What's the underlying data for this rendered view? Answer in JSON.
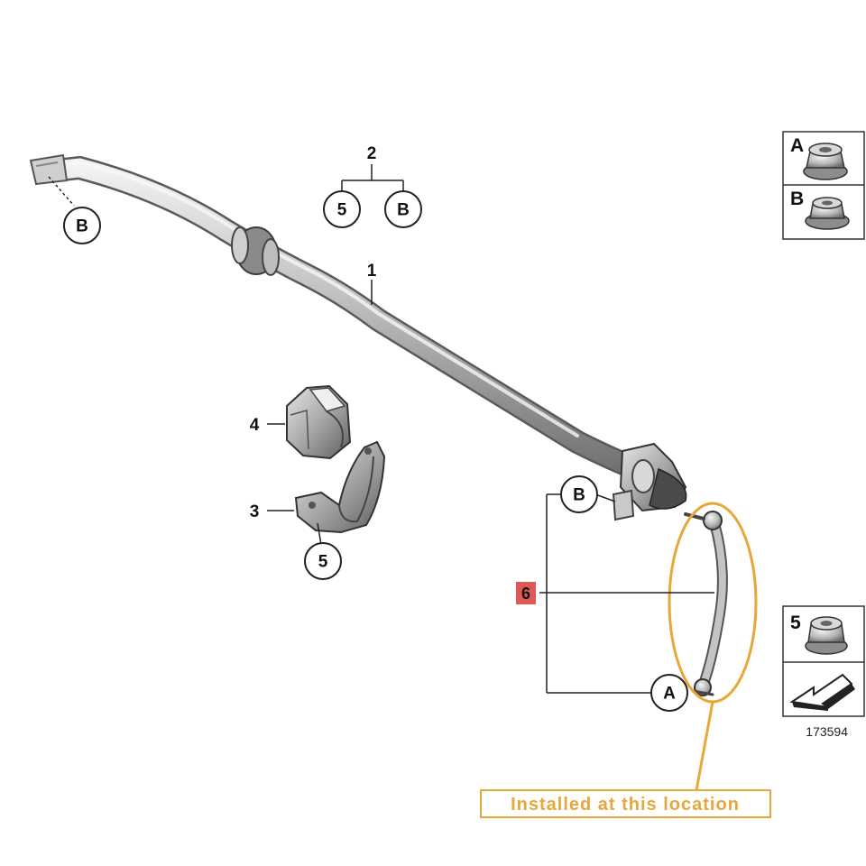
{
  "callouts": {
    "bar_number": "1",
    "group_number": "2",
    "group_sub_left": "5",
    "group_sub_right": "B",
    "bushing_number": "4",
    "bracket_number": "3",
    "bracket_sub": "5",
    "left_end_label": "B",
    "link_number": "6",
    "link_top_label": "B",
    "link_bottom_label": "A"
  },
  "legend": {
    "item_a": "A",
    "item_b": "B",
    "item_5": "5",
    "diagram_id": "173594"
  },
  "annotation": {
    "text": "Installed at this location",
    "color": "#e8a73a",
    "highlight_color": "#d93a3a"
  }
}
